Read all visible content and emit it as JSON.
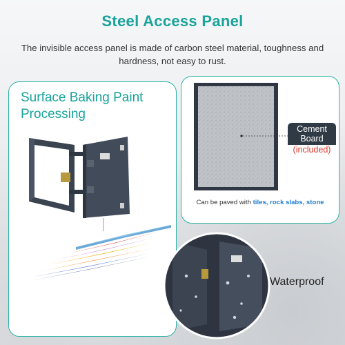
{
  "header": {
    "title": "Steel Access Panel",
    "subtitle": "The invisible access panel is made of carbon steel material, toughness and hardness, not easy to rust."
  },
  "left_card": {
    "heading": "Surface Baking Paint Processing"
  },
  "right_card": {
    "cement_label": "Cement Board",
    "cement_included": "(included)",
    "paved_prefix": "Can be paved with",
    "paved_items": "tiles, rock slabs, stone"
  },
  "waterproof": {
    "label": "Waterproof"
  },
  "colors": {
    "accent": "#1aa39a",
    "panel": "#3a4350",
    "label_bg": "#2f3a44",
    "included": "#d93a2c",
    "highlight": "#1f7fcf"
  }
}
